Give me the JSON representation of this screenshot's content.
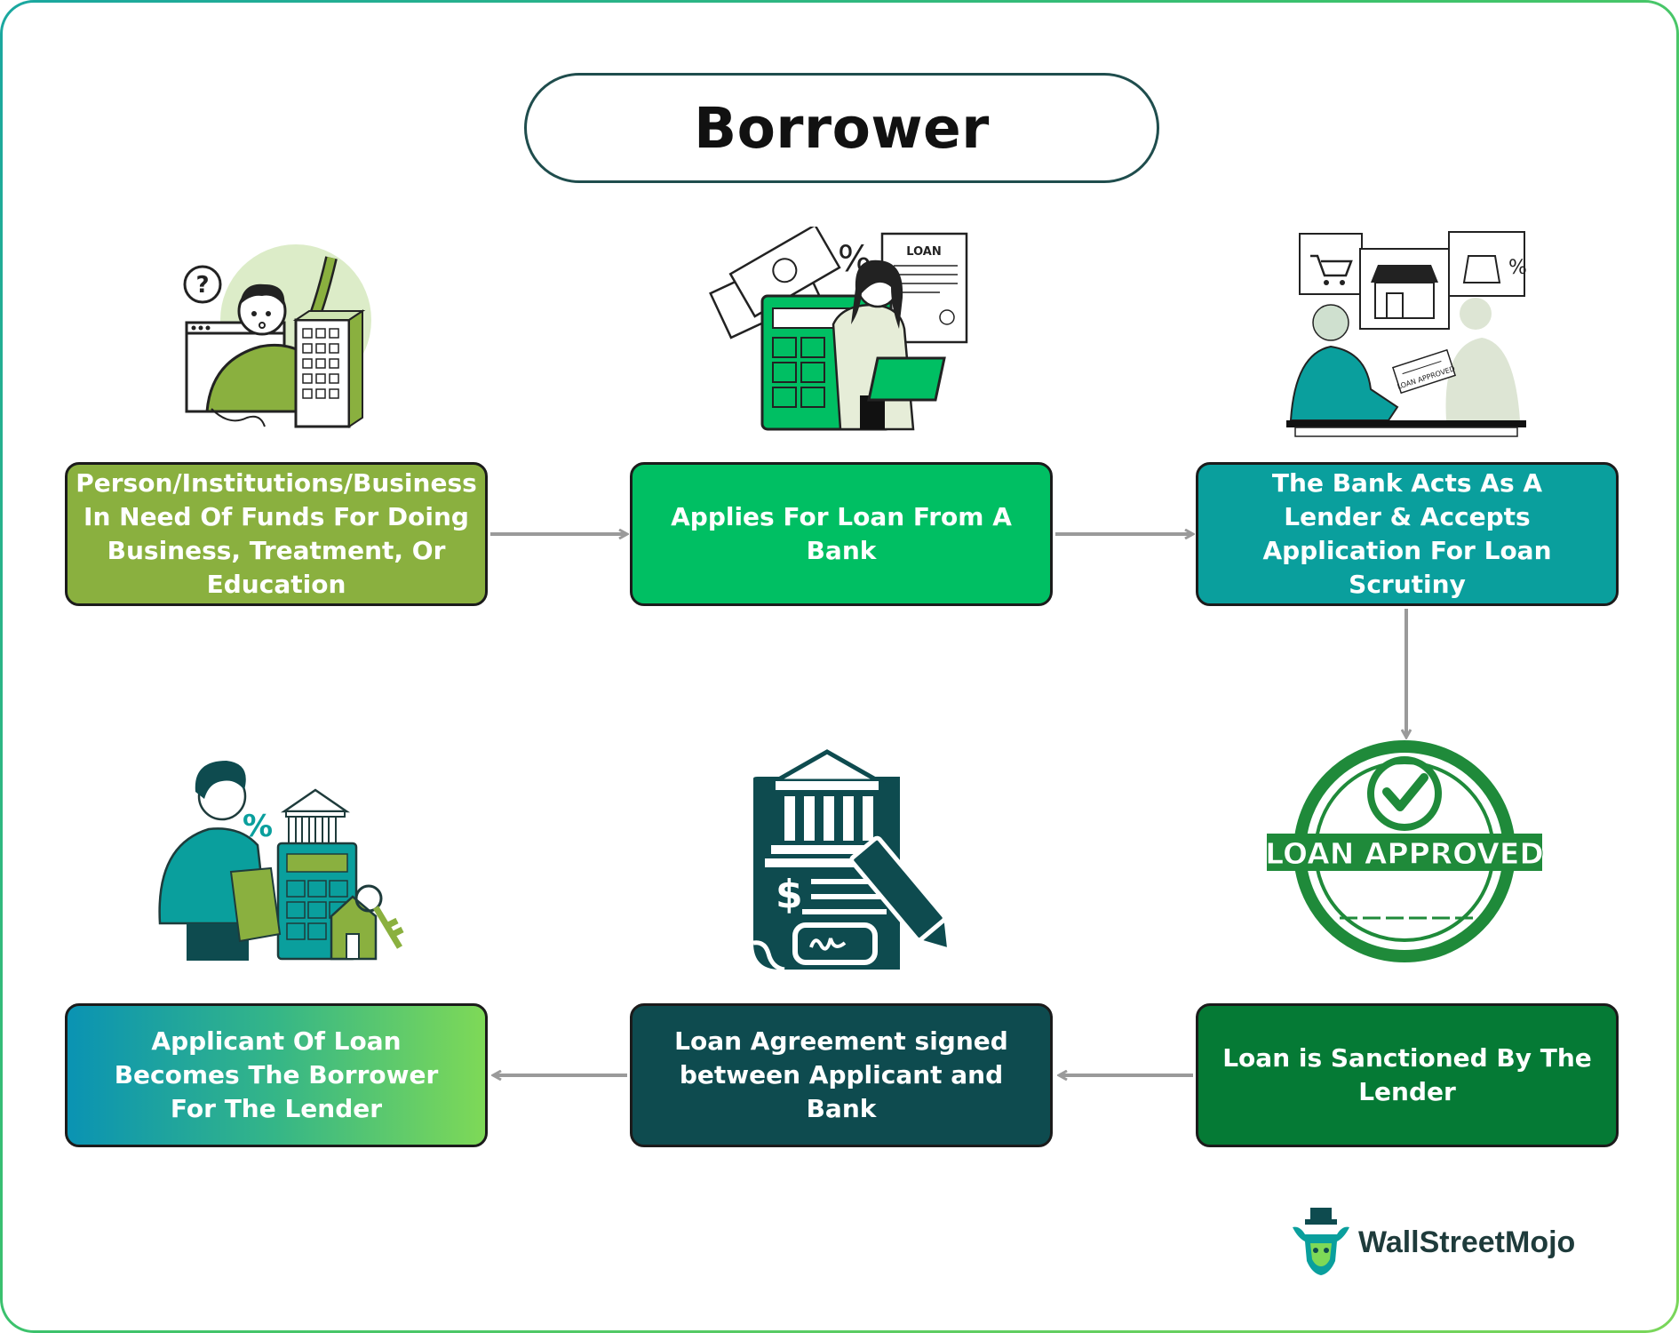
{
  "title": "Borrower",
  "steps": [
    {
      "text": "Person/Institutions/Business In Need Of Funds For Doing Business, Treatment, Or Education"
    },
    {
      "text": "Applies For Loan From A Bank"
    },
    {
      "text": "The Bank Acts As A Lender & Accepts Application For Loan Scrutiny"
    },
    {
      "text": "Loan is Sanctioned By The Lender"
    },
    {
      "text": "Loan Agreement signed between Applicant and Bank"
    },
    {
      "text": "Applicant Of Loan Becomes The Borrower For The Lender"
    }
  ],
  "illustrations": {
    "loan_doc_label": "LOAN",
    "stamp_label": "LOAN APPROVED",
    "card_label": "LOAN APPROVED",
    "percent": "%",
    "dollar": "$"
  },
  "brand": {
    "name": "WallStreetMojo"
  },
  "colors": {
    "olive": "#8ab03f",
    "green": "#00bf63",
    "teal": "#0a9f9d",
    "dark_green": "#057a35",
    "dark_teal": "#0e4b4f",
    "arrow": "#9a9a9a"
  }
}
